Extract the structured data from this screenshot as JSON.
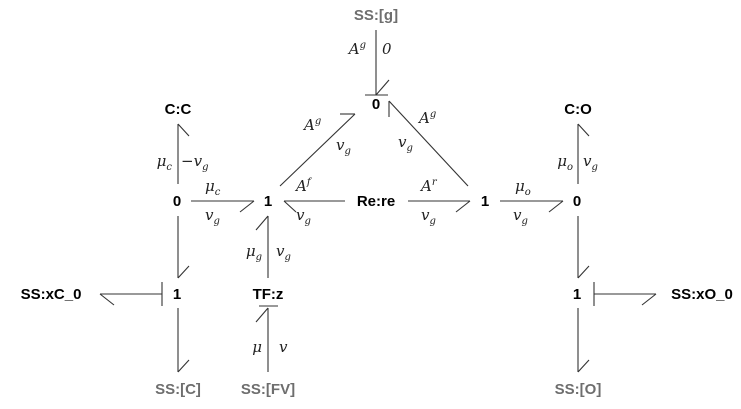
{
  "diagram": {
    "nodes": {
      "ss_g": "SS:[g]",
      "zero_top": "0",
      "c_c": "C:C",
      "c_o": "C:O",
      "zero_left": "0",
      "one_a": "1",
      "re": "Re:re",
      "one_b": "1",
      "zero_right": "0",
      "ss_xc0": "SS:xC_0",
      "one_left": "1",
      "tf_z": "TF:z",
      "one_right": "1",
      "ss_xo0": "SS:xO_0",
      "ss_c": "SS:[C]",
      "ss_fv": "SS:[FV]",
      "ss_o": "SS:[O]"
    },
    "bond_labels": {
      "ssg_effort": {
        "base": "A",
        "sup": "g"
      },
      "ssg_flow": "0",
      "left_diag_effort": {
        "base": "A",
        "sup": "g"
      },
      "left_diag_flow": {
        "base": "v",
        "sub": "g"
      },
      "right_diag_effort": {
        "base": "A",
        "sup": "g"
      },
      "right_diag_flow": {
        "base": "v",
        "sub": "g"
      },
      "cc_effort": {
        "base": "μ",
        "sub": "c"
      },
      "cc_flow": {
        "pre": "−",
        "base": "v",
        "sub": "g"
      },
      "co_effort": {
        "base": "μ",
        "sub": "o"
      },
      "co_flow": {
        "base": "v",
        "sub": "g"
      },
      "z1_effort": {
        "base": "μ",
        "sub": "c"
      },
      "z1_flow": {
        "base": "v",
        "sub": "g"
      },
      "re_left_effort": {
        "base": "A",
        "sup": "f"
      },
      "re_left_flow": {
        "base": "v",
        "sub": "g"
      },
      "re_right_effort": {
        "base": "A",
        "sup": "r"
      },
      "re_right_flow": {
        "base": "v",
        "sub": "g"
      },
      "oz_effort": {
        "base": "μ",
        "sub": "o"
      },
      "oz_flow": {
        "base": "v",
        "sub": "g"
      },
      "tf_effort": {
        "base": "μ",
        "sub": "g"
      },
      "tf_flow": {
        "base": "v",
        "sub": "g"
      },
      "fv_effort": "μ",
      "fv_flow": "v"
    }
  }
}
